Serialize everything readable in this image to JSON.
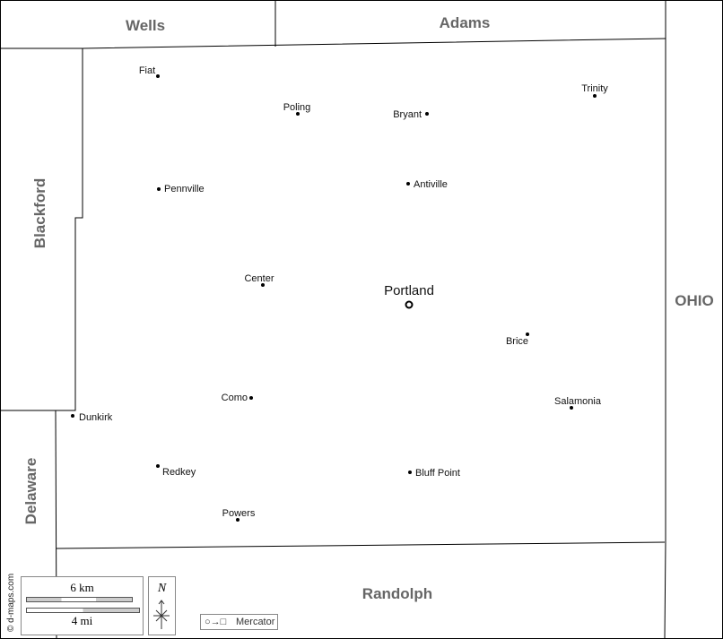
{
  "map": {
    "counties": {
      "wells": "Wells",
      "adams": "Adams",
      "blackford": "Blackford",
      "delaware": "Delaware",
      "randolph": "Randolph",
      "ohio": "OHIO"
    },
    "seat": {
      "name": "Portland"
    },
    "cities": [
      {
        "name": "Fiat"
      },
      {
        "name": "Poling"
      },
      {
        "name": "Bryant"
      },
      {
        "name": "Trinity"
      },
      {
        "name": "Pennville"
      },
      {
        "name": "Antiville"
      },
      {
        "name": "Center"
      },
      {
        "name": "Brice"
      },
      {
        "name": "Como"
      },
      {
        "name": "Salamonia"
      },
      {
        "name": "Dunkirk"
      },
      {
        "name": "Redkey"
      },
      {
        "name": "Bluff Point"
      },
      {
        "name": "Powers"
      }
    ]
  },
  "legend": {
    "scale_km": "6 km",
    "scale_mi": "4 mi",
    "north": "N",
    "projection": "Mercator",
    "credit": "© d-maps.com"
  }
}
